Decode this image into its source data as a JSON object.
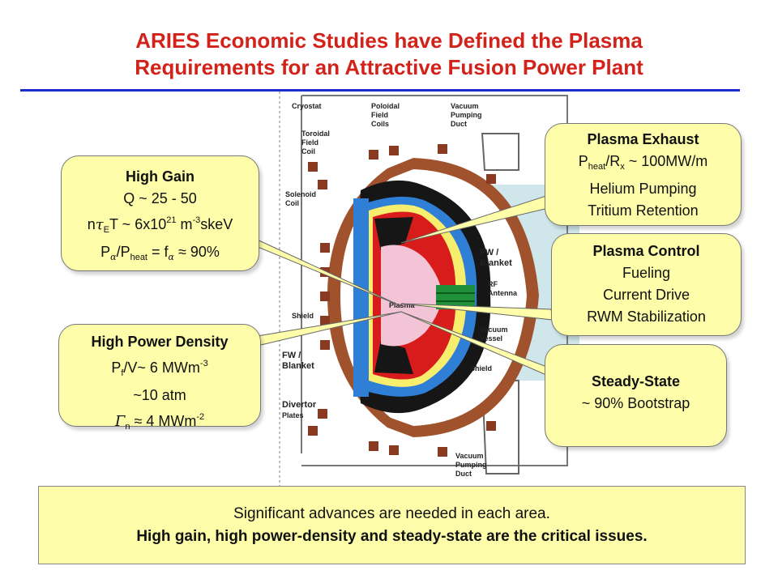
{
  "title": {
    "line1": "ARIES Economic Studies have Defined the Plasma",
    "line2": "Requirements for an Attractive Fusion Power Plant"
  },
  "diagram_labels": {
    "cryostat": "Cryostat",
    "poloidal": "Poloidal",
    "field": "Field",
    "coils": "Coils",
    "vacuum_top": "Vacuum",
    "pumping_top": "Pumping",
    "duct_top": "Duct",
    "toroidal": "Toroidal",
    "field2": "Field",
    "coil": "Coil",
    "solenoid": "Solenoid",
    "coil2": "Coil",
    "shield_left": "Shield",
    "fw_left": "FW /",
    "blanket_left": "Blanket",
    "divertor": "Divertor",
    "plates": "Plates",
    "plasma": "Plasma",
    "fw_right": "FW /",
    "blanket_right": "Blanket",
    "rf": "RF",
    "antenna": "Antenna",
    "vacuum_vessel": "Vacuum",
    "vessel": "Vessel",
    "shield_right": "Shield",
    "vacuum_bottom": "Vacuum",
    "pumping_bottom": "Pumping",
    "duct_bottom": "Duct"
  },
  "callouts": {
    "high_gain": {
      "head": "High Gain",
      "q": "Q ~ 25 - 50",
      "triple_pre": "n",
      "tau": "τ",
      "tau_sub": "E",
      "triple_mid": "T ~ 6x10",
      "triple_exp": "21",
      "triple_unit": " m",
      "triple_unit_exp": "-3",
      "triple_end": "skeV",
      "ratio_p": "P",
      "alpha": "α",
      "ratio_mid": "/P",
      "heat": "heat",
      "ratio_eq": " = f",
      "ratio_end": " ≈ 90%"
    },
    "high_power": {
      "head": "High Power Density",
      "pf": "P",
      "pf_sub": "f",
      "pf_rest": "/V~ 6 MWm",
      "pf_exp": "-3",
      "atm": "~10 atm",
      "gamma": "Γ",
      "gamma_sub": "n",
      "gamma_rest": " ≈ 4 MWm",
      "gamma_exp": "-2"
    },
    "exhaust": {
      "head": "Plasma Exhaust",
      "p": "P",
      "p_sub": "heat",
      "r": "/R",
      "r_sub": "x",
      "rest": " ~ 100MW/m",
      "line2": "Helium Pumping",
      "line3": "Tritium Retention"
    },
    "control": {
      "head": "Plasma Control",
      "line1": "Fueling",
      "line2": "Current Drive",
      "line3": "RWM Stabilization"
    },
    "steady": {
      "head": "Steady-State",
      "line1": "~ 90% Bootstrap"
    }
  },
  "bottom": {
    "line1": "Significant advances are needed in each area.",
    "line2": "High gain, high power-density and steady-state are the critical issues."
  },
  "colors": {
    "title": "#d3221a",
    "rule": "#1a2ccc",
    "callout_fill": "#fdfdaa",
    "copper": "#a0522d",
    "blanket_red": "#d81c1c",
    "plasma_pink": "#f3c3d6",
    "fw_yellow": "#f7ee6e",
    "shield_blue": "#2f7fd6",
    "vessel_black": "#161616",
    "antenna_green": "#1f8f3a",
    "bg_blue": "#cfe7ea"
  }
}
